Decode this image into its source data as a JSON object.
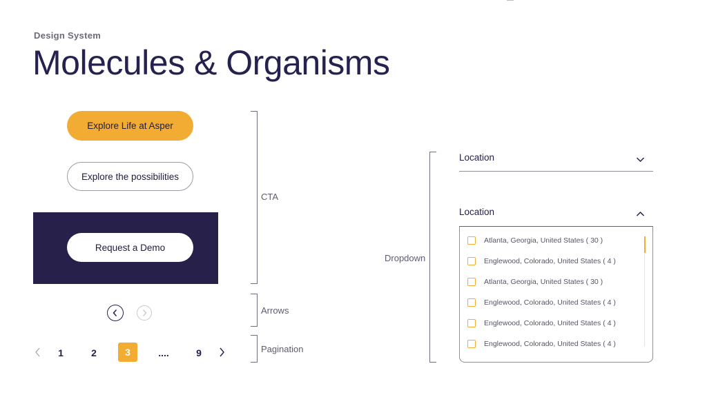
{
  "header": {
    "eyebrow": "Design System",
    "title": "Molecules & Organisms"
  },
  "cta": {
    "primary_label": "Explore Life at Asper",
    "outline_label": "Explore the possibilities",
    "demo_label": "Request a Demo"
  },
  "pagination": {
    "pages": [
      "1",
      "2",
      "3",
      "....",
      "9"
    ],
    "active": "3"
  },
  "section_labels": {
    "cta": "CTA",
    "arrows": "Arrows",
    "pagination": "Pagination",
    "dropdown": "Dropdown"
  },
  "dropdown": {
    "closed_label": "Location",
    "open_label": "Location",
    "options": [
      "Atlanta, Georgia, United States ( 30 )",
      "Englewood, Colorado, United States ( 4 )",
      "Atlanta, Georgia, United States ( 30 )",
      "Englewood, Colorado, United States ( 4 )",
      "Englewood, Colorado, United States ( 4 )",
      "Englewood, Colorado, United States ( 4 )"
    ]
  },
  "colors": {
    "accent": "#f2ac33",
    "navy": "#26204a",
    "text": "#22204a",
    "muted": "#6b6b7b"
  },
  "icons": {
    "arrow_prev": "chevron-left-circle-icon",
    "arrow_next": "chevron-right-circle-icon",
    "page_prev": "chevron-left-icon",
    "page_next": "chevron-right-icon",
    "dropdown_closed": "chevron-down-icon",
    "dropdown_open": "chevron-up-icon",
    "option_check": "checkbox-icon"
  }
}
